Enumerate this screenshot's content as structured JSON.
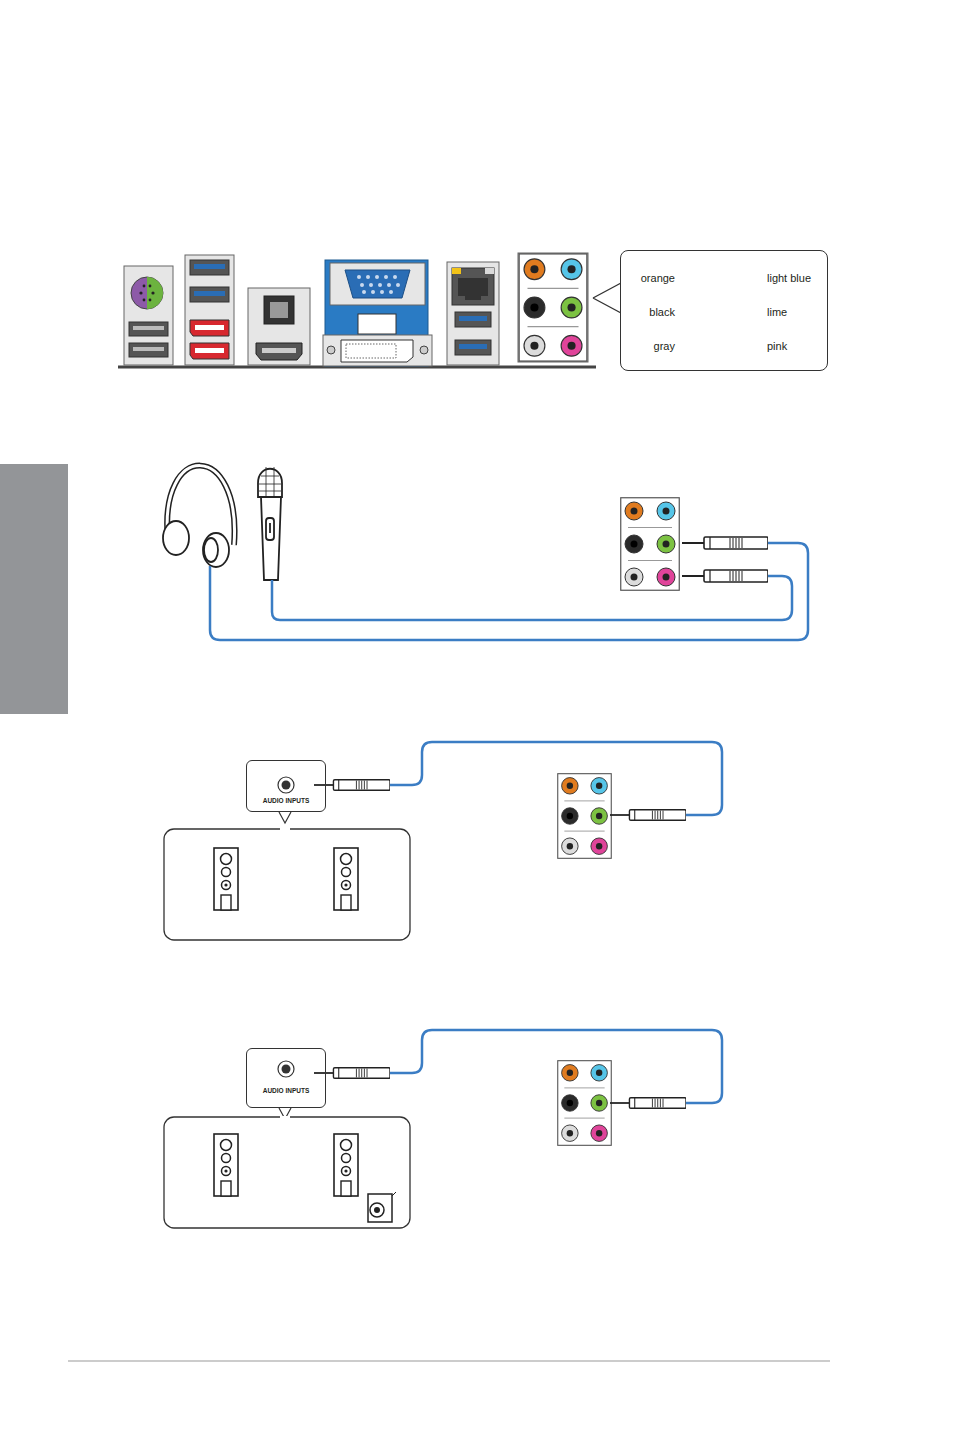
{
  "diagram": {
    "nodes": [
      {
        "text": [
          "orange",
          "light blue",
          "black",
          "lime",
          "gray",
          "pink"
        ]
      },
      {
        "text": [
          "AUDIO INPUTS"
        ]
      },
      {
        "text": [
          "AUDIO INPUTS"
        ]
      }
    ]
  }
}
